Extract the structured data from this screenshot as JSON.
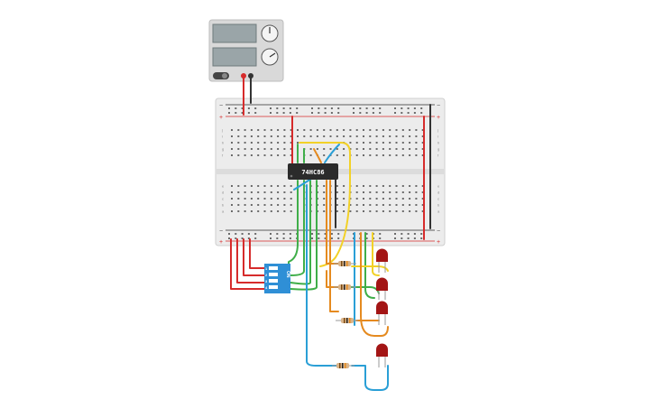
{
  "power_supply": {
    "display_top": "",
    "display_bottom": ""
  },
  "chip": {
    "label": "74HC86"
  },
  "dip_switch": {
    "on_label": "ON",
    "numbers": [
      "1",
      "2",
      "3",
      "4"
    ]
  },
  "breadboard": {
    "plus": "+",
    "minus": "−",
    "top_letters": [
      "j",
      "i",
      "h",
      "g",
      "f"
    ],
    "bottom_letters": [
      "e",
      "d",
      "c",
      "b",
      "a"
    ],
    "columns": 30
  },
  "colors": {
    "red": "#d62b2b",
    "black": "#333333",
    "green": "#3fae49",
    "blue": "#2a9fd6",
    "yellow": "#f2d127",
    "orange": "#e58a1f",
    "led": "#a31515",
    "board": "#ececec",
    "switch": "#2f8fd6"
  }
}
